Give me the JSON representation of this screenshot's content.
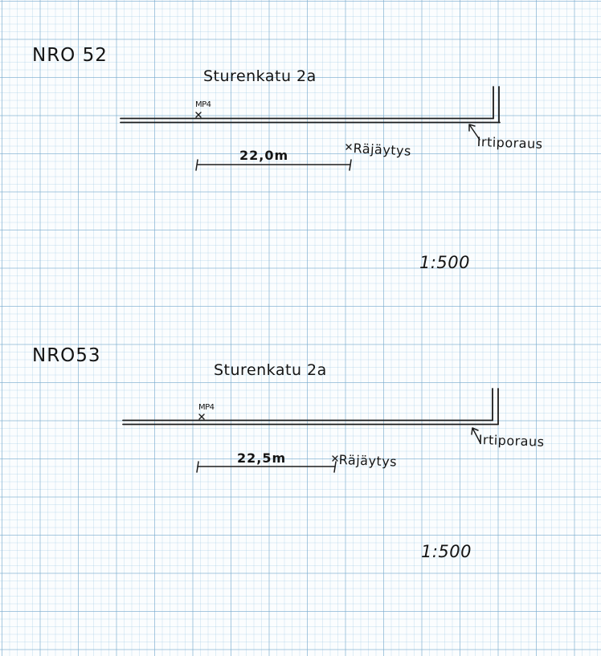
{
  "colors": {
    "ink": "#1c1c1c",
    "grid": "#78aacd",
    "paper": "#fbfdfe"
  },
  "sketches": [
    {
      "heading": "NRO 52",
      "street": "Sturenkatu 2a",
      "marker_label": "MP4",
      "distance": "22,0m",
      "blast_label": "Räjäytys",
      "edge_label": "Irtiporaus",
      "scale": "1:500"
    },
    {
      "heading": "NRO53",
      "street": "Sturenkatu 2a",
      "marker_label": "MP4",
      "distance": "22,5m",
      "blast_label": "Räjäytys",
      "edge_label": "Irtiporaus",
      "scale": "1:500"
    }
  ]
}
